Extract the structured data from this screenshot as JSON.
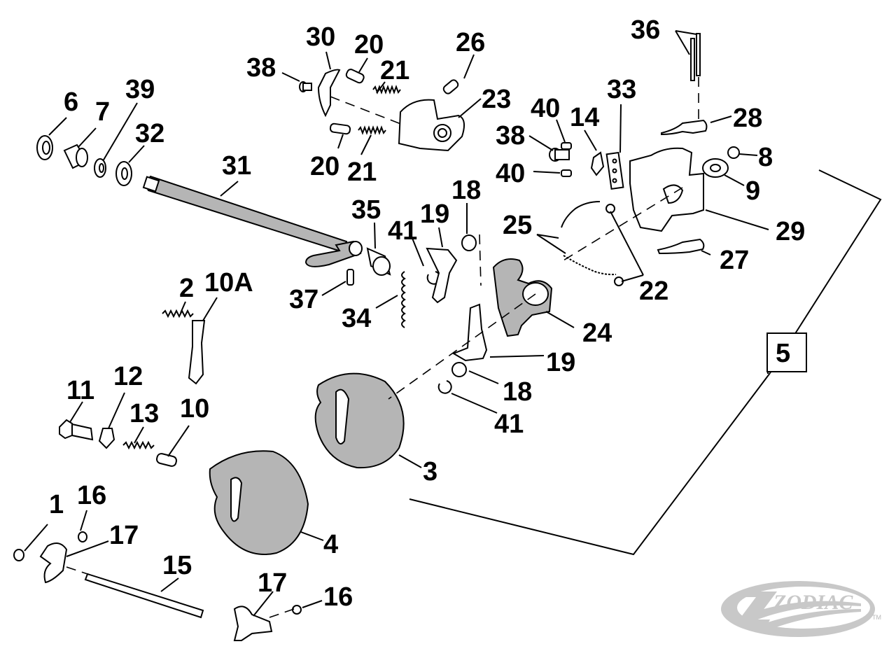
{
  "diagram": {
    "type": "exploded-parts-diagram",
    "subject": "transmission shifter mechanism",
    "callouts": [
      {
        "id": "c1",
        "label": "1"
      },
      {
        "id": "c2",
        "label": "2"
      },
      {
        "id": "c3",
        "label": "3"
      },
      {
        "id": "c4",
        "label": "4"
      },
      {
        "id": "c5",
        "label": "5",
        "boxed": true
      },
      {
        "id": "c6",
        "label": "6"
      },
      {
        "id": "c7",
        "label": "7"
      },
      {
        "id": "c8",
        "label": "8"
      },
      {
        "id": "c9",
        "label": "9"
      },
      {
        "id": "c10",
        "label": "10"
      },
      {
        "id": "c10a",
        "label": "10A"
      },
      {
        "id": "c11",
        "label": "11"
      },
      {
        "id": "c12",
        "label": "12"
      },
      {
        "id": "c13",
        "label": "13"
      },
      {
        "id": "c14",
        "label": "14"
      },
      {
        "id": "c15",
        "label": "15"
      },
      {
        "id": "c16a",
        "label": "16"
      },
      {
        "id": "c16b",
        "label": "16"
      },
      {
        "id": "c17a",
        "label": "17"
      },
      {
        "id": "c17b",
        "label": "17"
      },
      {
        "id": "c18a",
        "label": "18"
      },
      {
        "id": "c18b",
        "label": "18"
      },
      {
        "id": "c19a",
        "label": "19"
      },
      {
        "id": "c19b",
        "label": "19"
      },
      {
        "id": "c20a",
        "label": "20"
      },
      {
        "id": "c20b",
        "label": "20"
      },
      {
        "id": "c21a",
        "label": "21"
      },
      {
        "id": "c21b",
        "label": "21"
      },
      {
        "id": "c22",
        "label": "22"
      },
      {
        "id": "c23",
        "label": "23"
      },
      {
        "id": "c24",
        "label": "24"
      },
      {
        "id": "c25",
        "label": "25"
      },
      {
        "id": "c26",
        "label": "26"
      },
      {
        "id": "c27",
        "label": "27"
      },
      {
        "id": "c28",
        "label": "28"
      },
      {
        "id": "c29",
        "label": "29"
      },
      {
        "id": "c30",
        "label": "30"
      },
      {
        "id": "c31",
        "label": "31"
      },
      {
        "id": "c32",
        "label": "32"
      },
      {
        "id": "c33",
        "label": "33"
      },
      {
        "id": "c34",
        "label": "34"
      },
      {
        "id": "c35",
        "label": "35"
      },
      {
        "id": "c36",
        "label": "36"
      },
      {
        "id": "c37",
        "label": "37"
      },
      {
        "id": "c38a",
        "label": "38"
      },
      {
        "id": "c38b",
        "label": "38"
      },
      {
        "id": "c39",
        "label": "39"
      },
      {
        "id": "c40a",
        "label": "40"
      },
      {
        "id": "c40b",
        "label": "40"
      },
      {
        "id": "c41a",
        "label": "41"
      },
      {
        "id": "c41b",
        "label": "41"
      }
    ]
  },
  "logo": {
    "brand": "ZODIAC",
    "trademark": "TM",
    "color": "#c8c8c8"
  },
  "colors": {
    "line": "#000000",
    "part_fill_gray": "#b5b5b5",
    "background": "#ffffff"
  }
}
